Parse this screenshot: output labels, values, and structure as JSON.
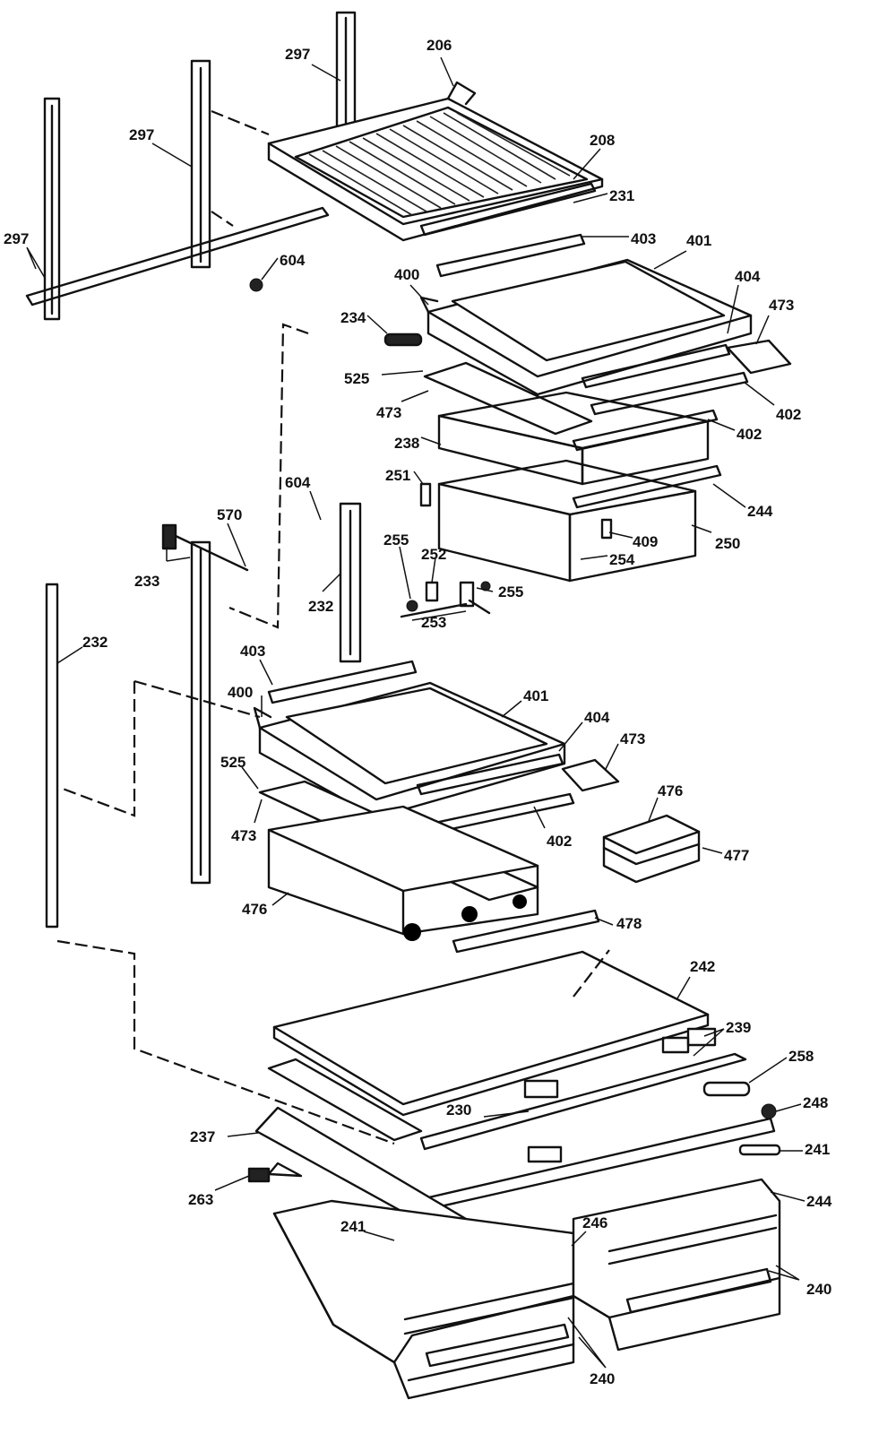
{
  "callouts": {
    "c297a": "297",
    "c206": "206",
    "c297b": "297",
    "c208": "208",
    "c231": "231",
    "c297c": "297",
    "c403a": "403",
    "c401a": "401",
    "c604a": "604",
    "c400a": "400",
    "c404a": "404",
    "c473a": "473",
    "c234": "234",
    "c525a": "525",
    "c402a": "402",
    "c473b": "473",
    "c402b": "402",
    "c238": "238",
    "c251": "251",
    "c244": "244",
    "c604b": "604",
    "c409": "409",
    "c250": "250",
    "c570": "570",
    "c254": "254",
    "c255a": "255",
    "c252": "252",
    "c255b": "255",
    "c233": "233",
    "c253": "253",
    "c232a": "232",
    "c232b": "232",
    "c403b": "403",
    "c401b": "401",
    "c400b": "400",
    "c404b": "404",
    "c473c": "473",
    "c525b": "525",
    "c476a": "476",
    "c473d": "473",
    "c402c": "402",
    "c477": "477",
    "c476b": "476",
    "c478": "478",
    "c242": "242",
    "c239": "239",
    "c258": "258",
    "c248": "248",
    "c237": "237",
    "c230": "230",
    "c241a": "241",
    "c263": "263",
    "c241b": "241",
    "c244b": "244",
    "c246": "246",
    "c240a": "240",
    "c240b": "240"
  }
}
